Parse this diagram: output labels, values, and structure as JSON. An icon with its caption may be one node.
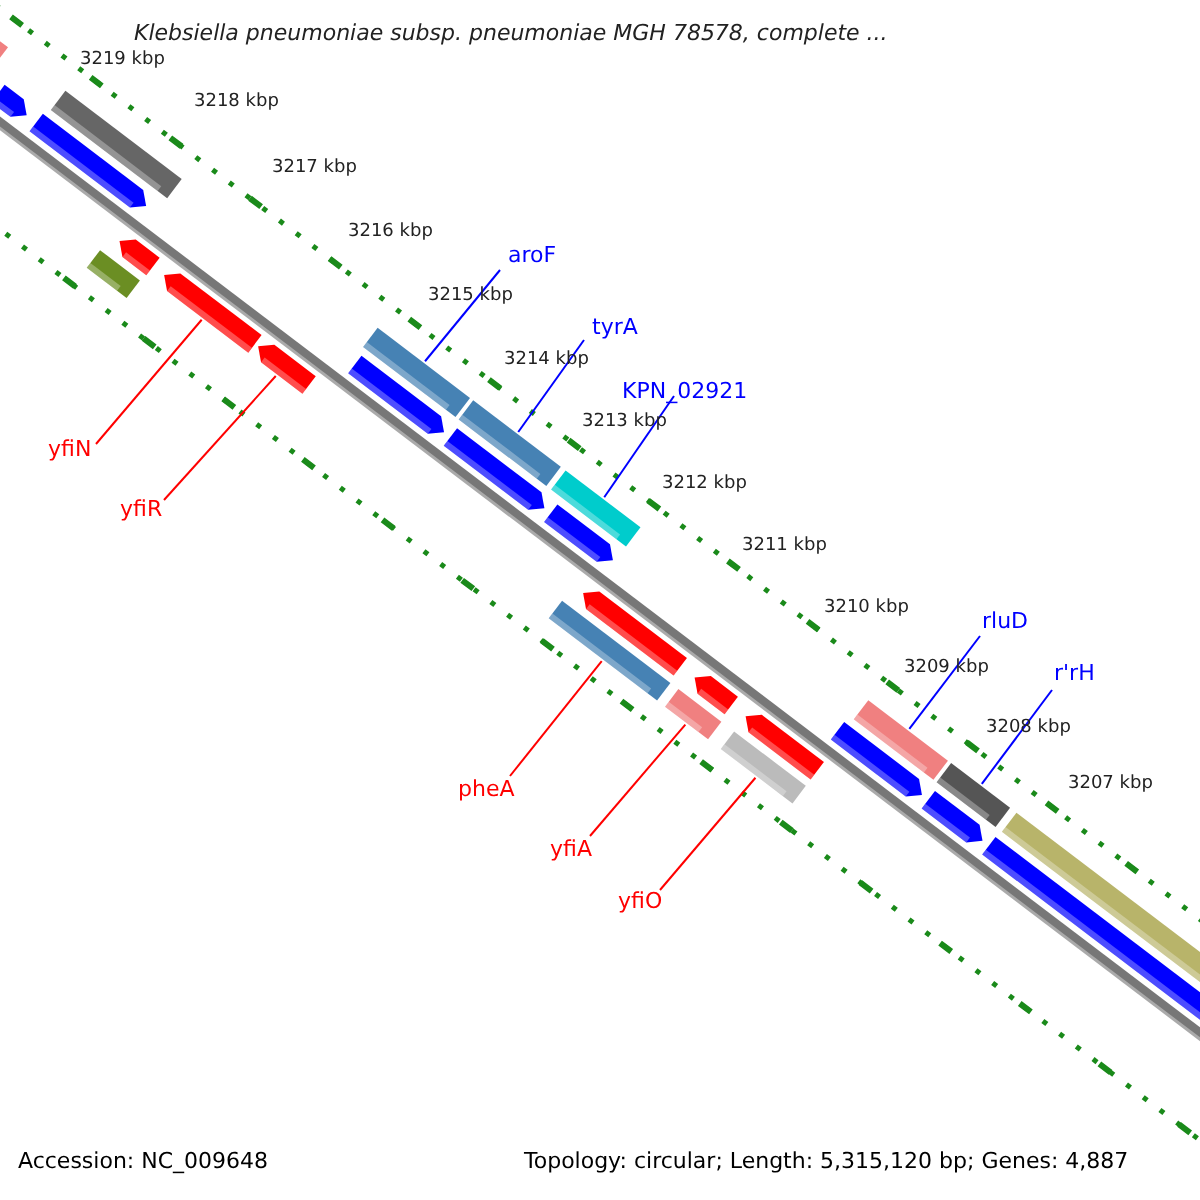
{
  "diagram": {
    "title": "Klebsiella pneumoniae subsp. pneumoniae MGH 78578, complete ...",
    "nodes": [
      {
        "text": [
          "aroF"
        ]
      },
      {
        "text": [
          "tyrA"
        ]
      },
      {
        "text": [
          "KPN_02921"
        ]
      },
      {
        "text": [
          "rluD"
        ]
      },
      {
        "text": [
          "r'rH"
        ]
      },
      {
        "text": [
          "yfiN"
        ]
      },
      {
        "text": [
          "yfiR"
        ]
      },
      {
        "text": [
          "pheA"
        ]
      },
      {
        "text": [
          "yfiA"
        ]
      },
      {
        "text": [
          "yfiO"
        ]
      },
      {
        "text": [],
        "shape": "bar"
      },
      {
        "text": [],
        "shape": "bar"
      },
      {
        "text": [],
        "shape": "bar"
      },
      {
        "text": [],
        "shape": "bar"
      },
      {
        "text": [],
        "shape": "bar"
      },
      {
        "text": [],
        "shape": "bar"
      },
      {
        "text": [],
        "shape": "bar"
      },
      {
        "text": [],
        "shape": "bar"
      },
      {
        "text": [],
        "shape": "bar"
      },
      {
        "text": [],
        "shape": "bar"
      }
    ],
    "edges": [
      {
        "from": 0,
        "to": 10,
        "arrow": "none"
      },
      {
        "from": 1,
        "to": 11,
        "arrow": "none"
      },
      {
        "from": 2,
        "to": 12,
        "arrow": "none"
      },
      {
        "from": 3,
        "to": 13,
        "arrow": "none"
      },
      {
        "from": 4,
        "to": 14,
        "arrow": "none"
      },
      {
        "from": 5,
        "to": 15,
        "arrow": "none",
        "color": "#ff0000"
      },
      {
        "from": 6,
        "to": 16,
        "arrow": "none",
        "color": "#ff0000"
      },
      {
        "from": 7,
        "to": 17,
        "arrow": "none",
        "color": "#ff0000"
      },
      {
        "from": 8,
        "to": 18,
        "arrow": "none",
        "color": "#ff0000"
      },
      {
        "from": 9,
        "to": 19,
        "arrow": "none",
        "color": "#ff0000"
      }
    ],
    "labels": [
      "3219 kbp",
      "3218 kbp",
      "3217 kbp",
      "3216 kbp",
      "3215 kbp",
      "3214 kbp",
      "3213 kbp",
      "3212 kbp",
      "3211 kbp",
      "3210 kbp",
      "3209 kbp",
      "3208 kbp",
      "3207 kbp",
      "Accession: NC_009648",
      "Topology: circular; Length: 5,315,120 bp; Genes: 4,887"
    ]
  }
}
